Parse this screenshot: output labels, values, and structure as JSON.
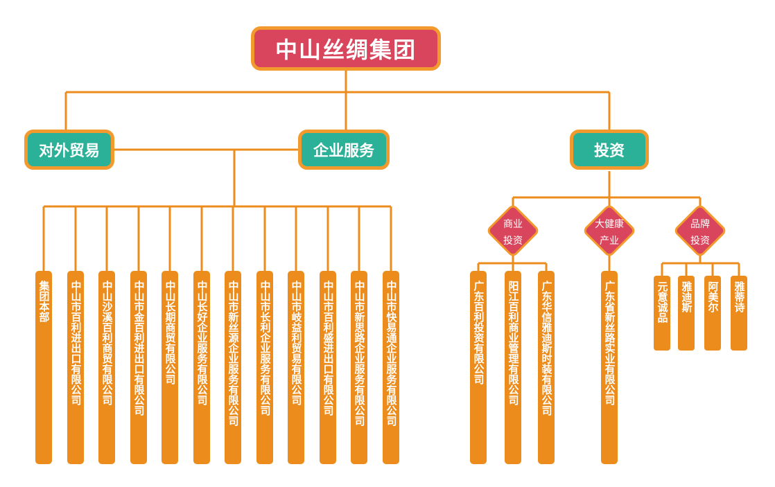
{
  "root": {
    "label": "中山丝绸集团"
  },
  "level1": {
    "trade": "对外贸易",
    "service": "企业服务",
    "invest": "投资"
  },
  "companies": [
    "集团本部",
    "中山市百利进出口有限公司",
    "中山沙溪百利商贸有限公司",
    "中山市金百利进出口有限公司",
    "中山长期商贸有限公司",
    "中山长好企业服务有限公司",
    "中山市新丝源企业服务有限公司",
    "中山市长利企业服务有限公司",
    "中山市岐益利贸易有限公司",
    "中山市百利盛进出口有限公司",
    "中山市新思路企业服务有限公司",
    "中山市快易通企业服务有限公司"
  ],
  "invest_branches": {
    "commercial": {
      "line1": "商业",
      "line2": "投资"
    },
    "health": {
      "line1": "大健康",
      "line2": "产业"
    },
    "brand": {
      "line1": "品牌",
      "line2": "投资"
    }
  },
  "commercial_companies": [
    "广东百利投资有限公司",
    "阳江百利商业管理有限公司",
    "广东华信雅迪斯时装有限公司"
  ],
  "health_companies": [
    "广东省新丝路实业有限公司"
  ],
  "brand_companies": [
    "元意诚品",
    "雅迪斯",
    "阿美尔",
    "雅蒂诗"
  ],
  "colors": {
    "root": "#d9455c",
    "level1": "#2bb198",
    "bar": "#ec8c1c",
    "border": "#f39a2e",
    "line": "#ec8c1c"
  }
}
